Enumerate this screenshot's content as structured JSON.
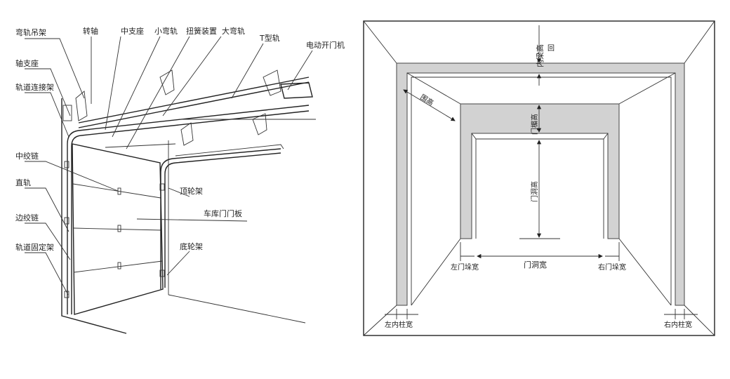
{
  "left_diagram": {
    "labels": {
      "rail_hanger": "弯轨吊架",
      "rotating_shaft": "转轴",
      "middle_bracket": "中支座",
      "small_curved_rail": "小弯轨",
      "torsion_spring": "扭簧装置",
      "large_curved_rail": "大弯轨",
      "t_rail": "T型轨",
      "electric_opener": "电动开门机",
      "shaft_bracket": "轴支座",
      "track_connector": "轨道连接架",
      "middle_hinge": "中绞链",
      "straight_rail": "直轨",
      "side_hinge": "边绞链",
      "track_fixing": "轨道固定架",
      "top_roller": "顶轮架",
      "garage_panel": "车库门门板",
      "bottom_roller": "底轮架"
    }
  },
  "right_diagram": {
    "labels": {
      "inner_beam_height": "内梁高",
      "beam_mark": "回",
      "headroom": "围高",
      "lintel_height": "门楣高",
      "opening_height": "门洞高",
      "opening_width": "门洞宽",
      "left_jamb": "左门垛宽",
      "right_jamb": "右门垛宽",
      "left_pillar": "左内柱宽",
      "right_pillar": "右内柱宽"
    }
  }
}
